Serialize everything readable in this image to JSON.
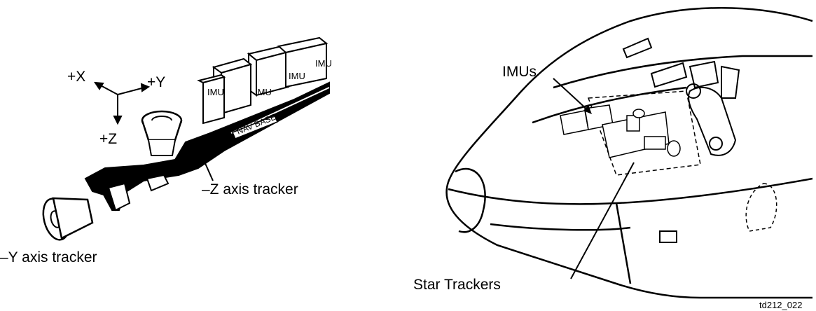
{
  "left_diagram": {
    "axes": {
      "x": "+X",
      "y": "+Y",
      "z": "+Z"
    },
    "imu_labels": [
      "IMU",
      "IMU",
      "IMU",
      "IMU"
    ],
    "nav_base_label": "NAV BASE",
    "neg_z_tracker": "–Z axis tracker",
    "neg_y_tracker": "–Y axis tracker"
  },
  "right_diagram": {
    "imus_label": "IMUs",
    "star_trackers_label": "Star Trackers"
  },
  "figure_id": "td212_022",
  "colors": {
    "ink": "#000000",
    "background": "#ffffff"
  }
}
